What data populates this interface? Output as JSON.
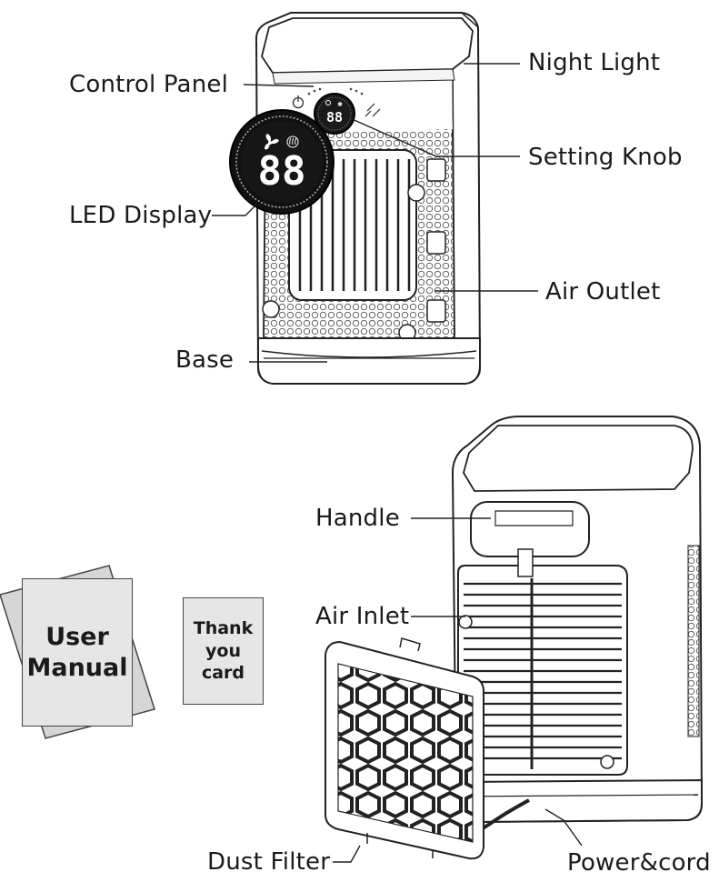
{
  "labels": {
    "night_light": "Night Light",
    "control_panel": "Control Panel",
    "setting_knob": "Setting Knob",
    "led_display": "LED Display",
    "air_outlet": "Air Outlet",
    "base": "Base",
    "handle": "Handle",
    "air_inlet": "Air Inlet",
    "dust_filter": "Dust Filter",
    "power_cord": "Power&cord"
  },
  "accessories": {
    "manual_line1": "User",
    "manual_line2": "Manual",
    "card_line1": "Thank",
    "card_line2": "you",
    "card_line3": "card"
  },
  "display_digits": "88",
  "icons": [
    "power-icon",
    "fan-icon",
    "heat-icon",
    "plug-icon"
  ]
}
